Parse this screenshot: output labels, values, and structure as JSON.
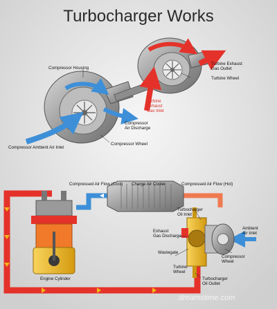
{
  "title": "Turbocharger Works",
  "labels": {
    "compressor_housing": "Compressor Housing",
    "compressor_ambient_air_inlet": "Compressor Ambient Air Inlet",
    "compressor_air_discharge": "Compressor\nAir Discharge",
    "compressor_wheel_top": "Compressor Wheel",
    "turbine_exhaust_gas_inlet": "Turbine\nExhaust\nGas Inlet",
    "turbine_exhaust_gas_outlet": "Turbine Exhaust\nGas Outlet",
    "turbine_wheel_top": "Turbine Wheel",
    "compressed_air_flow_cool": "Compressed Air Flow (Cool)",
    "charge_air_cooler": "Charge Air Cooler",
    "compressed_air_flow_hot": "Compressed Air Flow (Hot)",
    "turbocharger_oil_inlet": "Turbocharger\nOil Inlet",
    "exhaust_gas_discharge": "Exhaust\nGas Discharge",
    "ambient_air_inlet": "Ambient\nAir Inlet",
    "wastegate": "Wastegate",
    "compressor_wheel_bottom": "Compressor\nWheel",
    "turbine_wheel_bottom": "Turbine\nWheel",
    "turbocharger_oil_outlet": "Turbocharger\nOil Outlet",
    "engine_cylinder": "Engine Cylinder"
  },
  "watermark": "dreamstime.com",
  "colors": {
    "hot": "#e4322a",
    "cool": "#3d8fd8",
    "oil": "#f3b71a",
    "metal": "#9a9a9a",
    "background": "#e6e6e6"
  }
}
